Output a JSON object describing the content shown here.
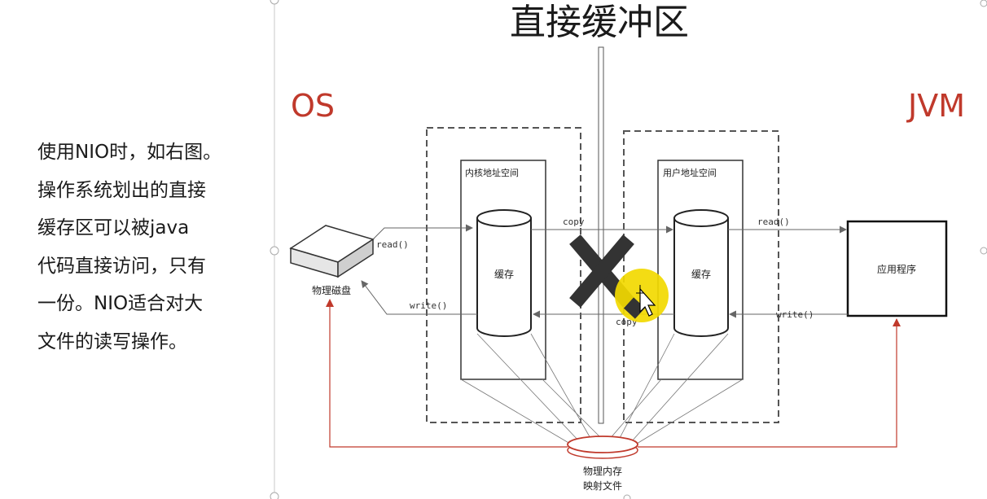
{
  "left_text": {
    "lines": [
      "使用NIO时，如右图。",
      "操作系统划出的直接",
      "缓存区可以被java",
      "代码直接访问，只有",
      "一份。NIO适合对大",
      "文件的读写操作。"
    ]
  },
  "diagram": {
    "title": "直接缓冲区",
    "os_label": "OS",
    "jvm_label": "JVM",
    "kernel_space_label": "内核地址空间",
    "user_space_label": "用户地址空间",
    "kernel_buffer_label": "缓存",
    "user_buffer_label": "缓存",
    "disk_label": "物理磁盘",
    "app_label": "应用程序",
    "mapped_file_label_1": "物理内存",
    "mapped_file_label_2": "映射文件",
    "read_disk": "read()",
    "write_disk": "write()",
    "copy_top": "copy",
    "copy_bottom": "copy",
    "read_app": "read()",
    "write_app": "write()"
  },
  "colors": {
    "accent_red": "#c0392b",
    "highlight_yellow": "#f2d900",
    "cross": "#333333"
  }
}
